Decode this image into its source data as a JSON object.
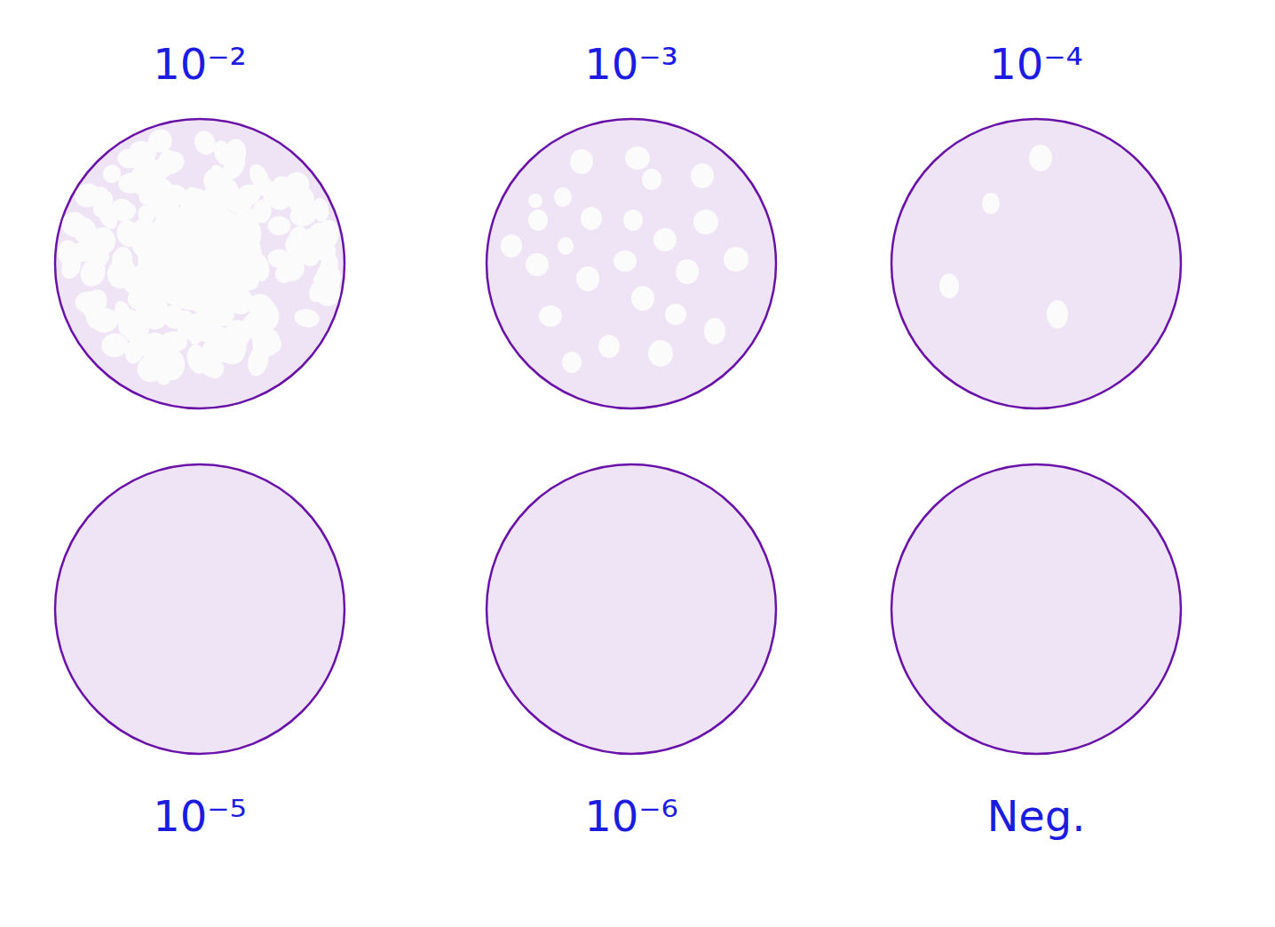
{
  "diagram": {
    "nodes": [
      {
        "text": [
          "10⁻²"
        ]
      },
      {
        "text": [
          "10⁻³"
        ]
      },
      {
        "text": [
          "10⁻⁴"
        ]
      },
      {
        "text": [
          "10⁻⁵"
        ]
      },
      {
        "text": [
          "10⁻⁶"
        ]
      },
      {
        "text": [
          "Neg."
        ]
      }
    ]
  }
}
